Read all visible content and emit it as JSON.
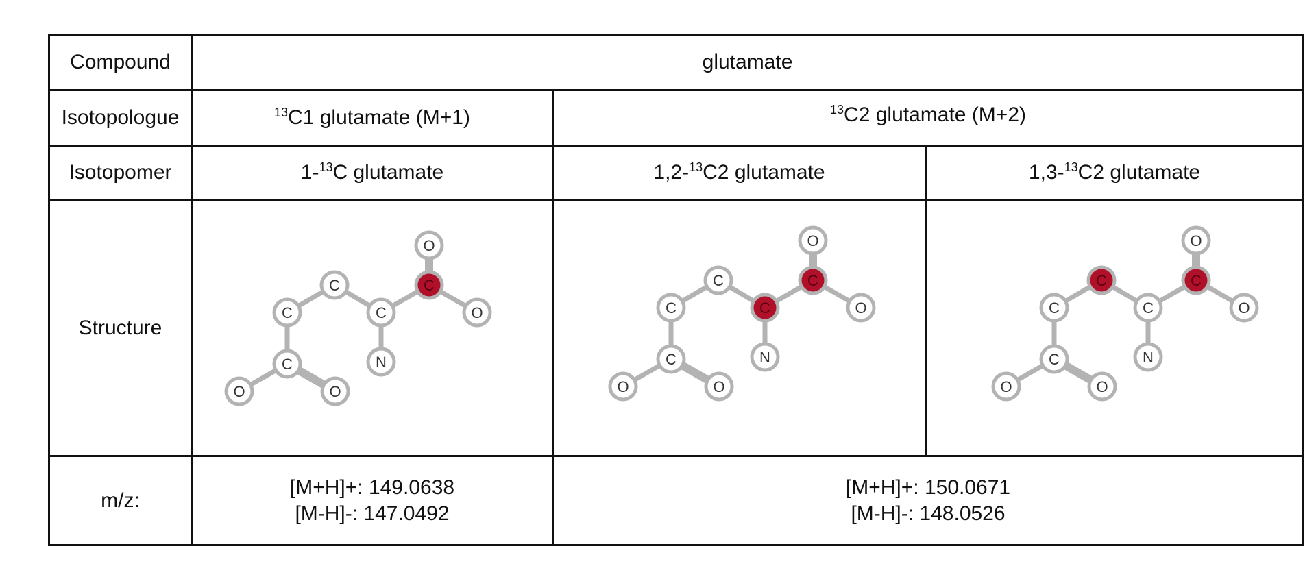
{
  "compound": {
    "header": "Compound",
    "value": "glutamate"
  },
  "isotopologue": {
    "header": "Isotopologue",
    "m1": {
      "sup": "13",
      "text": "C1 glutamate (M+1)"
    },
    "m2": {
      "sup": "13",
      "text": "C2 glutamate (M+2)"
    }
  },
  "isotopomer": {
    "header": "Isotopomer",
    "a": {
      "prefix": "1-",
      "sup": "13",
      "text": "C glutamate"
    },
    "b": {
      "prefix": "1,2-",
      "sup": "13",
      "text": "C2 glutamate"
    },
    "c": {
      "prefix": "1,3-",
      "sup": "13",
      "text": "C2 glutamate"
    }
  },
  "structure": {
    "header": "Structure",
    "atom_labels": {
      "carbon": "C",
      "oxygen": "O",
      "nitrogen": "N"
    },
    "colors": {
      "labeled_carbon": "#b0102a",
      "atom_fill": "#ffffff",
      "atom_stroke": "#b3b3b3",
      "bond": "#b3b3b3"
    },
    "molecules": [
      {
        "name": "1-13C glutamate",
        "labeled_atoms": [
          "c1"
        ]
      },
      {
        "name": "1,2-13C2 glutamate",
        "labeled_atoms": [
          "c1",
          "c2"
        ]
      },
      {
        "name": "1,3-13C2 glutamate",
        "labeled_atoms": [
          "c1",
          "c3"
        ]
      }
    ]
  },
  "mz": {
    "header": "m/z:",
    "m1": {
      "pos": "[M+H]+: 149.0638",
      "neg": "[M-H]-: 147.0492"
    },
    "m2": {
      "pos": "[M+H]+: 150.0671",
      "neg": "[M-H]-: 148.0526"
    }
  }
}
